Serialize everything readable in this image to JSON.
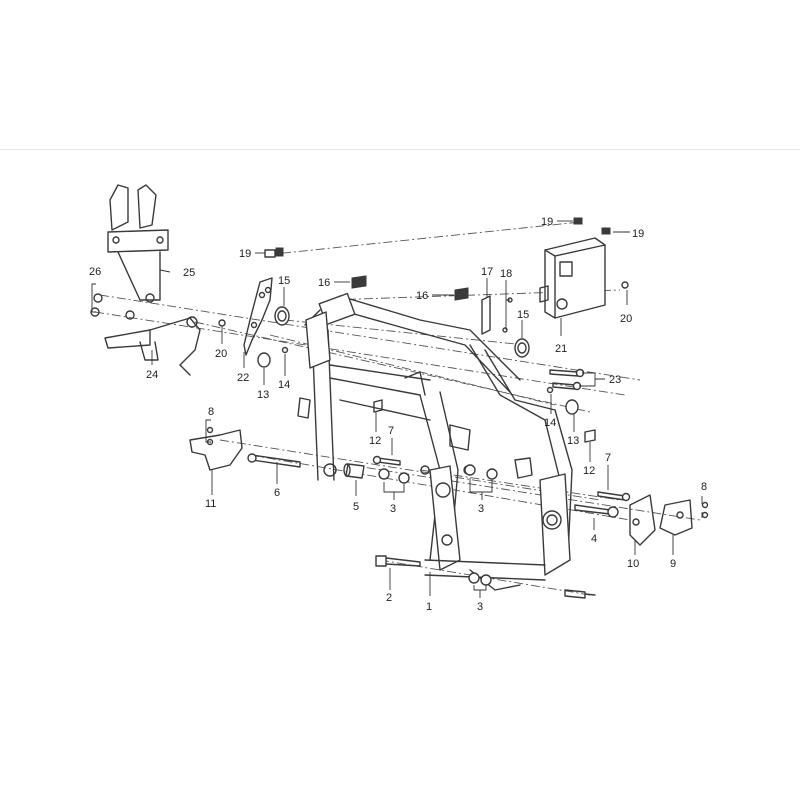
{
  "callouts": {
    "c1": "1",
    "c2": "2",
    "c3a": "3",
    "c3b": "3",
    "c3c": "3",
    "c4": "4",
    "c5": "5",
    "c6": "6",
    "c7a": "7",
    "c7b": "7",
    "c8a": "8",
    "c8b": "8",
    "c9": "9",
    "c10": "10",
    "c11": "11",
    "c12a": "12",
    "c12b": "12",
    "c13a": "13",
    "c13b": "13",
    "c14a": "14",
    "c14b": "14",
    "c15a": "15",
    "c15b": "15",
    "c16a": "16",
    "c16b": "16",
    "c17": "17",
    "c18": "18",
    "c19a": "19",
    "c19b": "19",
    "c19c": "19",
    "c20a": "20",
    "c20b": "20",
    "c21": "21",
    "c22": "22",
    "c23": "23",
    "c24": "24",
    "c25": "25",
    "c26": "26"
  },
  "colors": {
    "line": "#3a3a3a",
    "background": "#ffffff",
    "divider": "#e6e6e6"
  }
}
